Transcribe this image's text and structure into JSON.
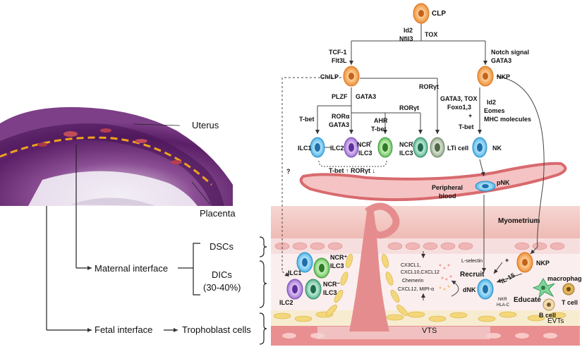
{
  "cells": {
    "clp": "CLP",
    "chilp": "ChILP",
    "nkp_top": "NKP",
    "ilc1": "ILC1",
    "ilc2": "ILC2",
    "ncr_pos_ilc3_a": "NCR",
    "ncr_pos_ilc3_b": "ILC3",
    "ncr_neg_ilc3_a": "NCR",
    "ncr_neg_ilc3_b": "ILC3",
    "lti": "LTi cell",
    "nk": "NK",
    "pnk": "pNK",
    "dnk": "dNK",
    "nkp_low": "NKP"
  },
  "factors": {
    "id2": "Id2",
    "nfil3": "Nfil3",
    "tox": "TOX",
    "tcf1": "TCF-1",
    "flt3l": "Flt3L",
    "notch": "Notch signal",
    "gata3_n": "GATA3",
    "plzf": "PLZF",
    "gata3_c": "GATA3",
    "rorgt_top": "RORγt",
    "tbet_1": "T-bet",
    "rora": "RORα",
    "gata3_2": "GATA3",
    "ahr": "AHR",
    "tbet_2": "T-bet",
    "rorgt_2": "RORγt",
    "nk_gata_tox": "GATA3, TOX",
    "nk_foxo": "Foxo1,3",
    "nk_plus": "+",
    "nk_tbet": "T-bet",
    "nk_id2": "Id2",
    "nk_eomes": "Eomes",
    "nk_mhc": "MHC  molecules",
    "tbet_up": "T-bet ↑  RORγt ↓",
    "question": "?"
  },
  "tissue": {
    "uterus": "Uterus",
    "placenta": "Placenta",
    "peripheral_a": "Peripheral",
    "peripheral_b": "blood",
    "myometrium": "Myometrium",
    "dscs": "DSCs",
    "dics_a": "DICs",
    "dics_b": "(30-40%)",
    "maternal": "Maternal interface",
    "fetal": "Fetal interface",
    "trophoblast": "Trophoblast cells",
    "vts": "VTS",
    "evts": "EVTs"
  },
  "decidua": {
    "ilc1": "ILC1",
    "ilc2": "ILC2",
    "ncr_pos_a": "NCR⁺",
    "ncr_pos_b": "ILC3",
    "ncr_neg_a": "NCR⁻",
    "ncr_neg_b": "ILC3",
    "chem1": "CX3CL1,",
    "chem2": "CXCL10,CXCL12",
    "chem3": "Chemerin",
    "chem4": "CXCL12, MIPI-α",
    "lselectin": "L-selectin",
    "recruit": "Recruit",
    "il15": "IL-15",
    "plus": "+",
    "nkr": "NKR",
    "hlac": "HLA-C",
    "educate": "Educate",
    "macrophages": "macrophages",
    "bcell": "B cell",
    "tcell": "T cell"
  },
  "colors": {
    "myometrium": "#f2c7c2",
    "vessel": "#e58d8e",
    "evt": "#f3e08e",
    "histology": "#6b2a72"
  }
}
